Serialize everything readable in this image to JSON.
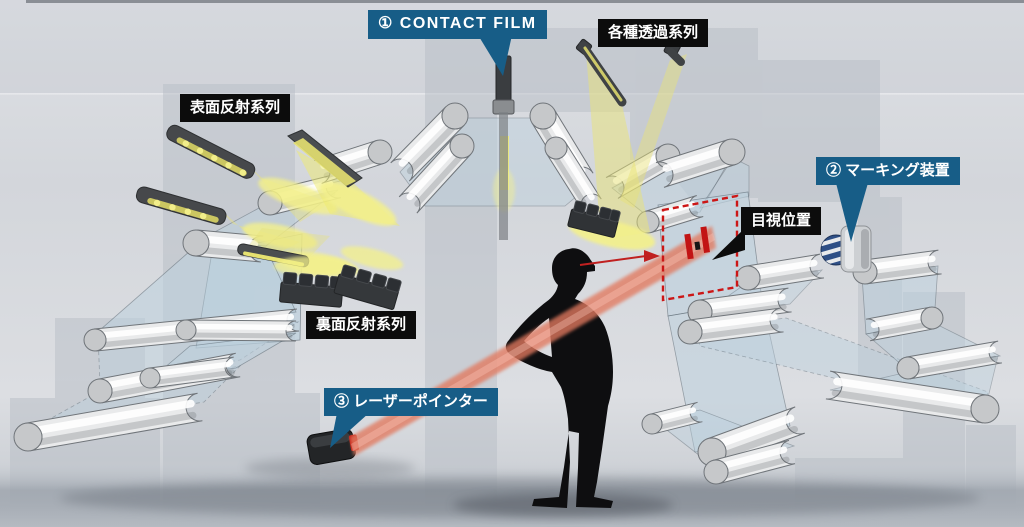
{
  "labels": {
    "contact_film": "① CONTACT FILM",
    "transmission": "各種透過系列",
    "surface_reflection": "表面反射系列",
    "back_reflection": "裏面反射系列",
    "marking_device": "② マーキング装置",
    "visual_position": "目視位置",
    "laser_pointer": "③ レーザーポインター"
  },
  "colors": {
    "callout_blue": "#175d87",
    "callout_black": "#0c0c0c",
    "label_text": "#ffffff",
    "laser_beam": "#e2795e",
    "marker_red": "#cc1616",
    "light_yellow": "#e9e375",
    "light_glow": "#f4f18a",
    "film_blue": "#bdd1de",
    "film_edge": "#5b6a75",
    "roller_fill": "#e9eaeb",
    "roller_edge": "#70757a",
    "roller_cap": "#c6c8ca",
    "device_dark": "#3a3d40",
    "silhouette": "#0e0e10",
    "marking_wheel_blue": "#2e4f86"
  }
}
